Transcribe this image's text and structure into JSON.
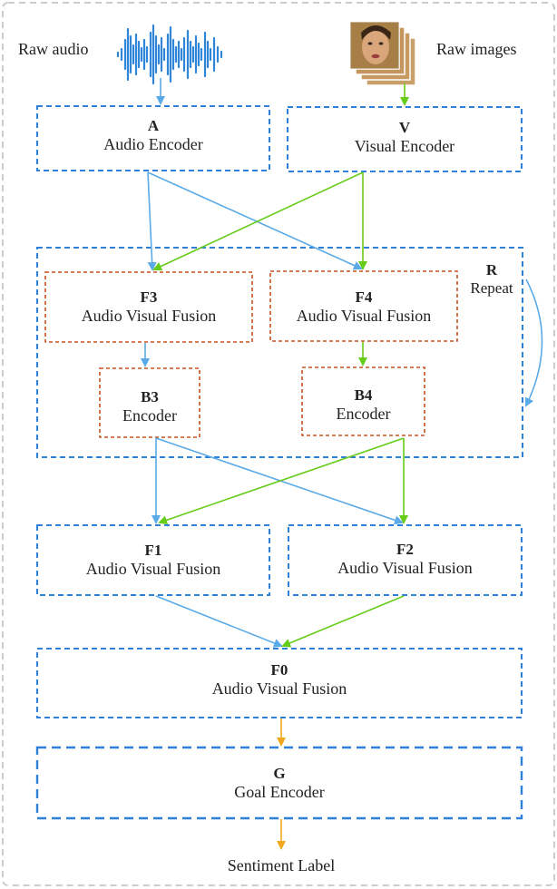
{
  "inputs": {
    "audio_label": "Raw audio",
    "images_label": "Raw images"
  },
  "nodes": {
    "A": {
      "id": "A",
      "name": "Audio Encoder"
    },
    "V": {
      "id": "V",
      "name": "Visual Encoder"
    },
    "F3": {
      "id": "F3",
      "name": "Audio Visual Fusion"
    },
    "F4": {
      "id": "F4",
      "name": "Audio Visual Fusion"
    },
    "B3": {
      "id": "B3",
      "name": "Encoder"
    },
    "B4": {
      "id": "B4",
      "name": "Encoder"
    },
    "F1": {
      "id": "F1",
      "name": "Audio Visual Fusion"
    },
    "F2": {
      "id": "F2",
      "name": "Audio Visual Fusion"
    },
    "F0": {
      "id": "F0",
      "name": "Audio Visual Fusion"
    },
    "G": {
      "id": "G",
      "name": "Goal Encoder"
    }
  },
  "repeat": {
    "id": "R",
    "name": "Repeat"
  },
  "output_label": "Sentiment Label",
  "colors": {
    "blue_border": "#2e7fd9",
    "orange_border": "#c8501e",
    "audio_arrow": "#5aaae8",
    "visual_arrow": "#66cc1a",
    "output_arrow": "#f2a81d",
    "outer_border": "#c8cec8"
  },
  "icons": {
    "audio": "waveform-icon",
    "images": "image-stack-icon"
  }
}
